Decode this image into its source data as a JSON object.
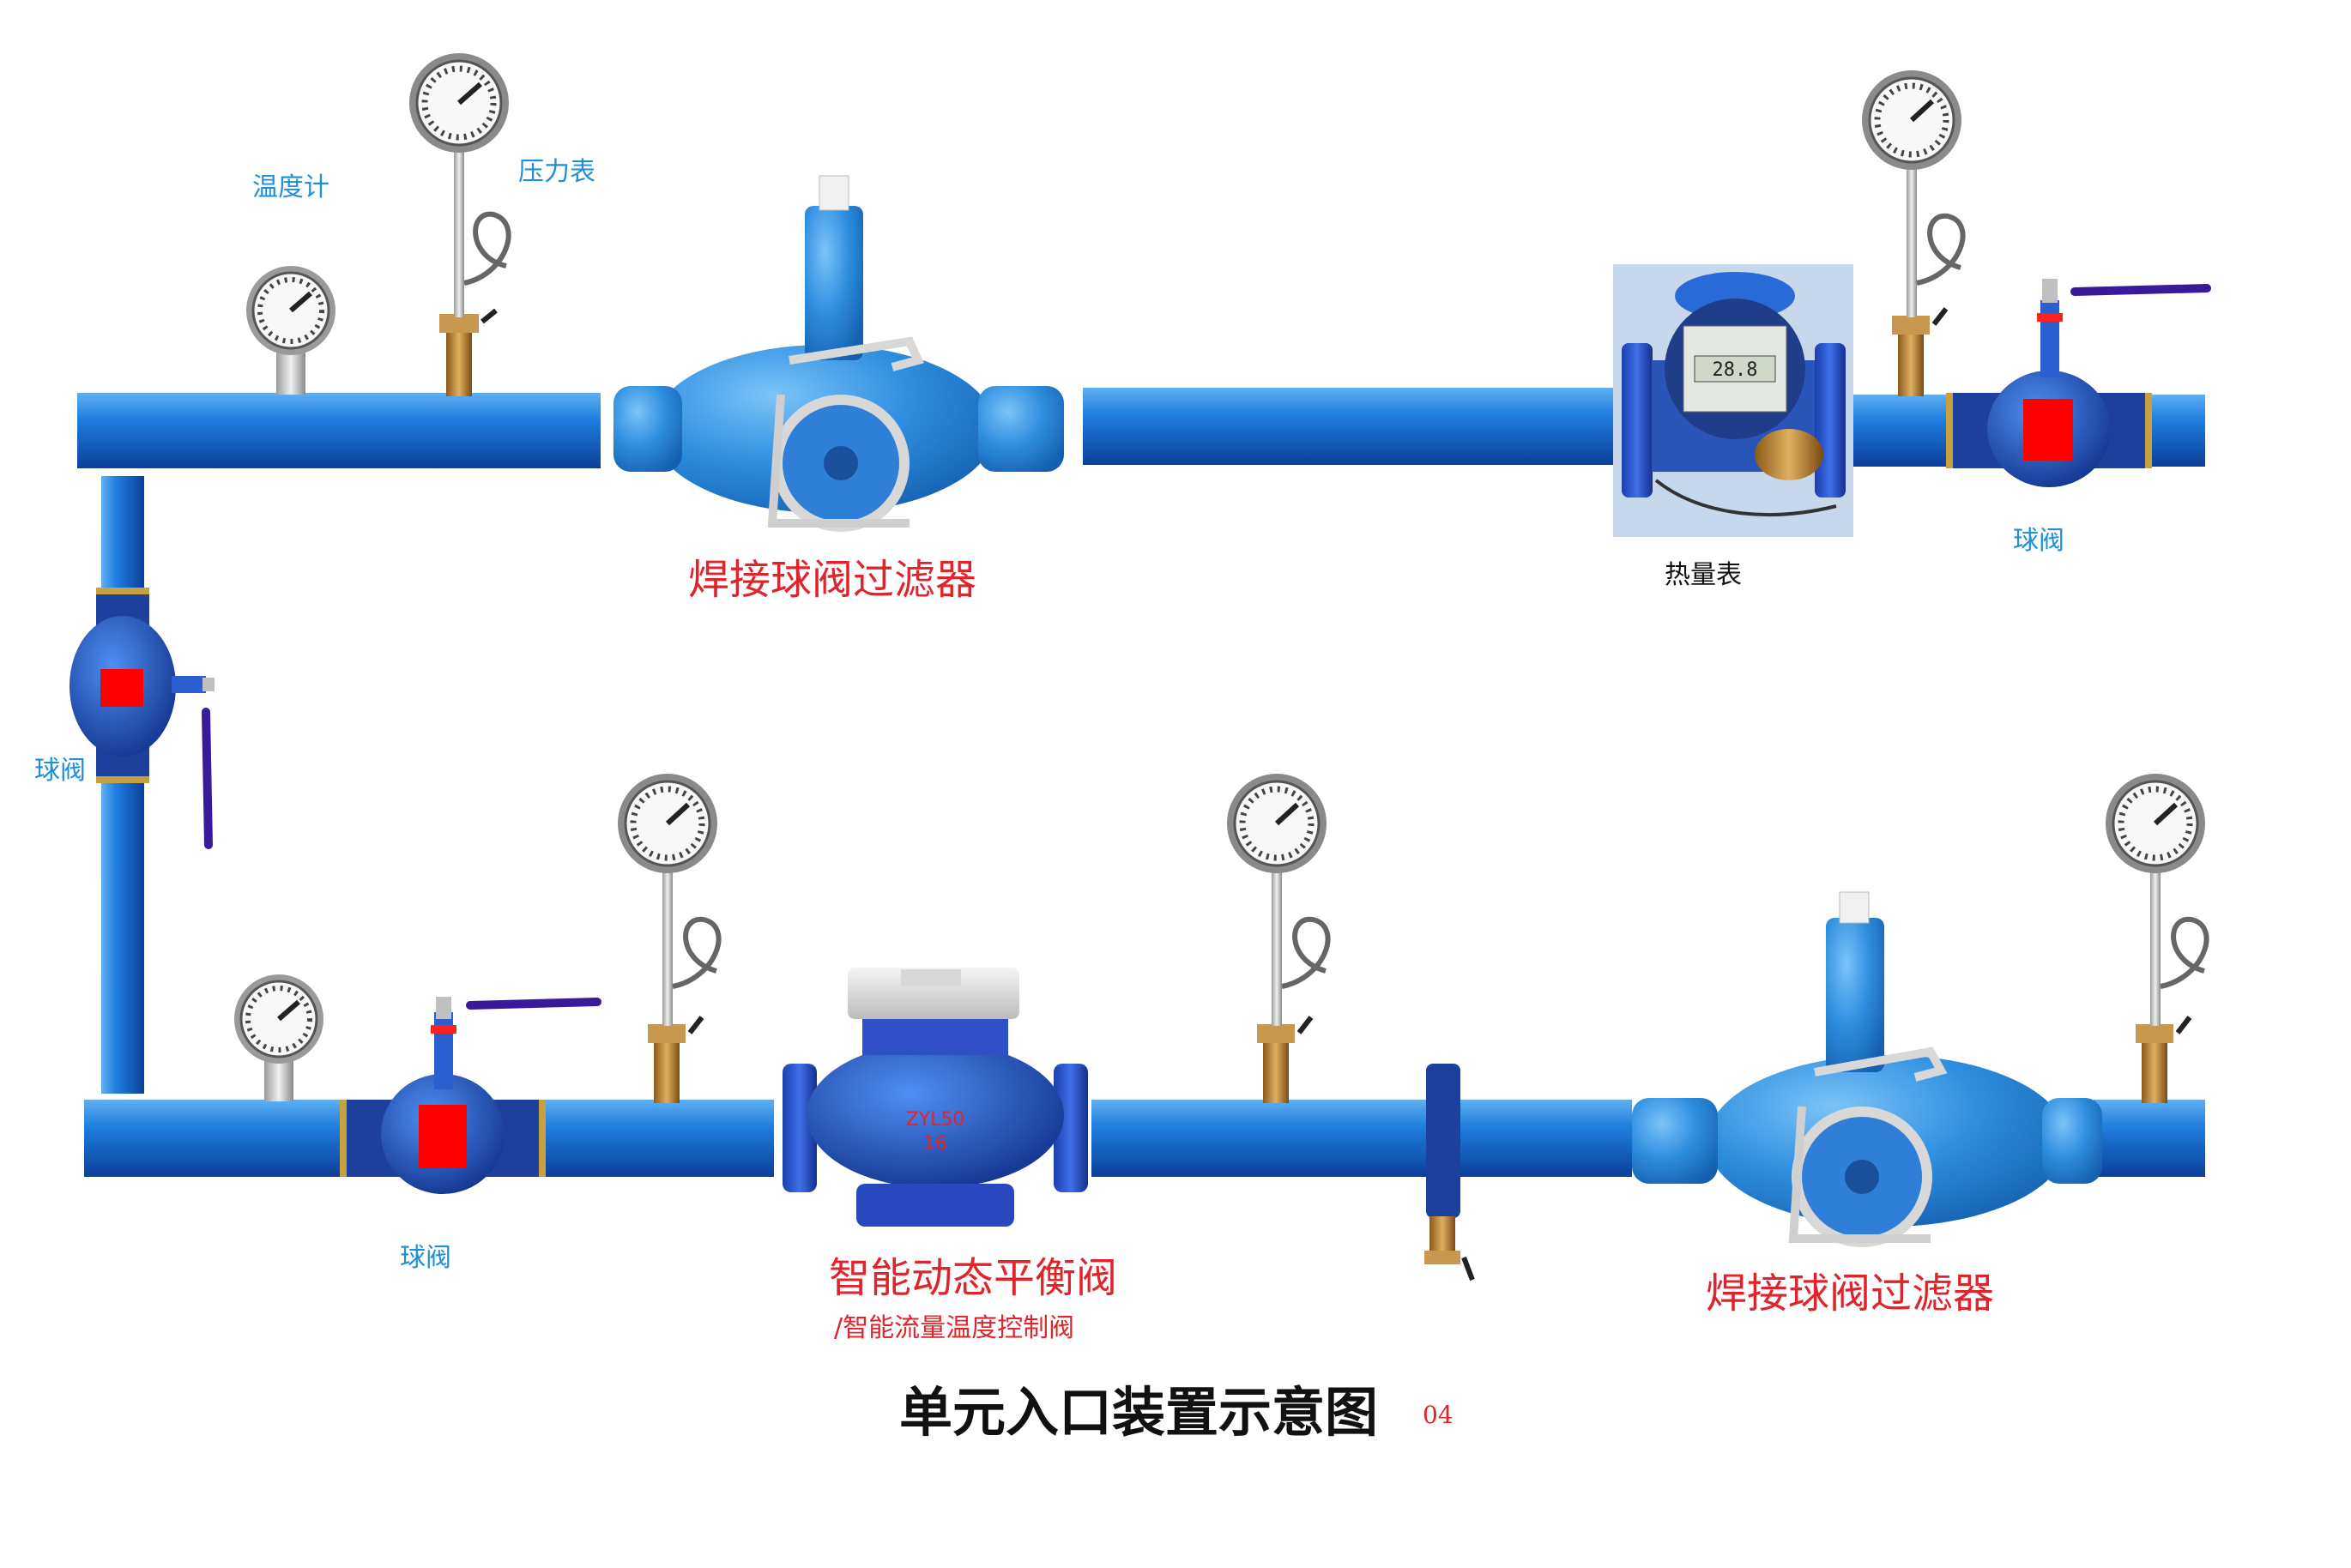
{
  "labels": {
    "thermometer": "温度计",
    "pressure_gauge": "压力表",
    "weld_filter_top": "焊接球阀过滤器",
    "heat_meter": "热量表",
    "ball_valve_top_right": "球阀",
    "ball_valve_left": "球阀",
    "ball_valve_bottom": "球阀",
    "balance_valve": "智能动态平衡阀",
    "balance_valve_sub": "/智能流量温度控制阀",
    "weld_filter_bottom": "焊接球阀过滤器",
    "diagram_title": "单元入口装置示意图",
    "title_suffix": "04"
  },
  "valve_markings": {
    "balance_model": "ZYL50",
    "balance_size": "16",
    "heat_meter_display": "28.8"
  },
  "colors": {
    "pipe": "#1a73d4",
    "valve_body": "#2b6fe0",
    "filter_body": "#2e8fe0",
    "red_mark": "#ff0000",
    "label_blue": "#1f8fd8",
    "label_red": "#e0242c",
    "title": "#111111"
  }
}
